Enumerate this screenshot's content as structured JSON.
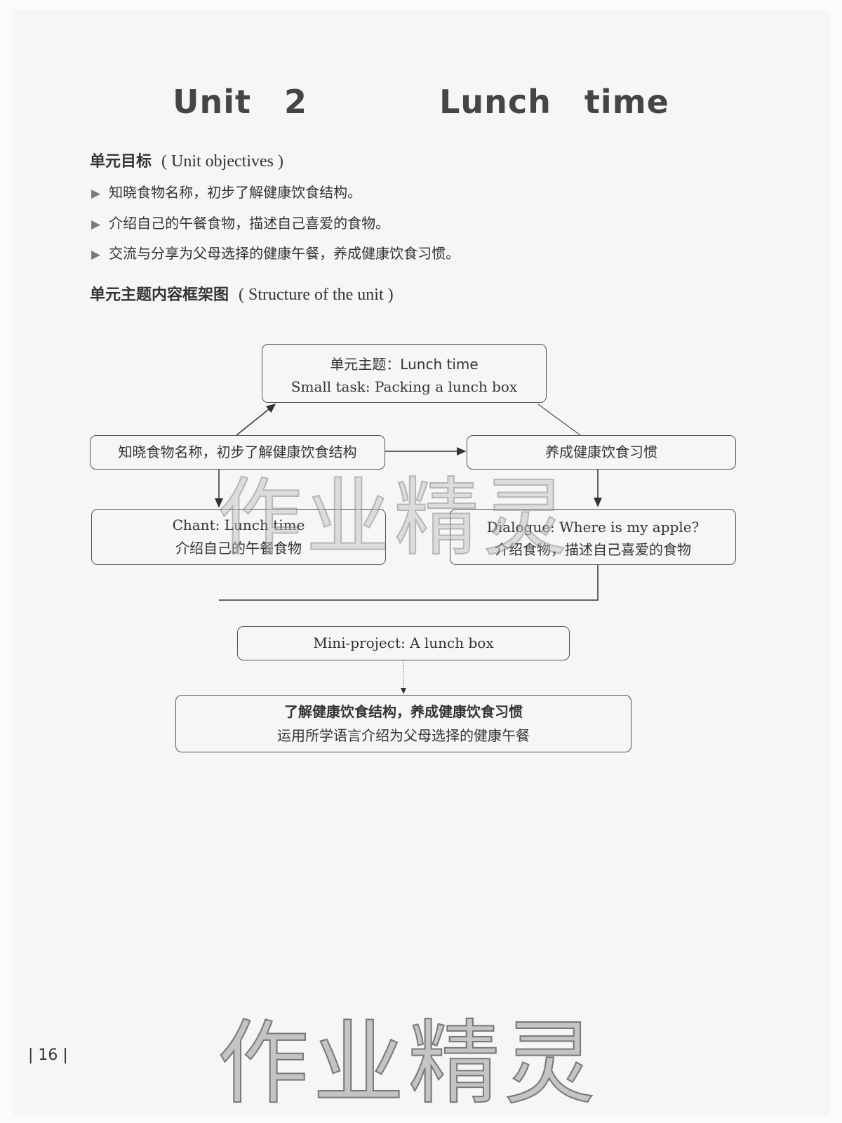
{
  "title": "Unit 2    Lunch time",
  "objectives": {
    "heading_cn": "单元目标",
    "heading_en": "( Unit objectives )",
    "items": [
      "知晓食物名称，初步了解健康饮食结构。",
      "介绍自己的午餐食物，描述自己喜爱的食物。",
      "交流与分享为父母选择的健康午餐，养成健康饮食习惯。"
    ]
  },
  "structure": {
    "heading_cn": "单元主题内容框架图",
    "heading_en": "( Structure of the unit )",
    "theme": {
      "line1": "单元主题：Lunch time",
      "line2": "Small task: Packing a lunch box"
    },
    "left_goal": "知晓食物名称，初步了解健康饮食结构",
    "right_goal": "养成健康饮食习惯",
    "chant": {
      "line1": "Chant: Lunch time",
      "line2": "介绍自己的午餐食物"
    },
    "dialogue": {
      "line1": "Dialogue: Where is my apple?",
      "line2": "介绍食物，描述自己喜爱的食物"
    },
    "mini_project": "Mini-project: A lunch box",
    "outcome": {
      "line1": "了解健康饮食结构，养成健康饮食习惯",
      "line2": "运用所学语言介绍为父母选择的健康午餐"
    }
  },
  "page_number": "| 16 |",
  "watermark": "作业精灵"
}
